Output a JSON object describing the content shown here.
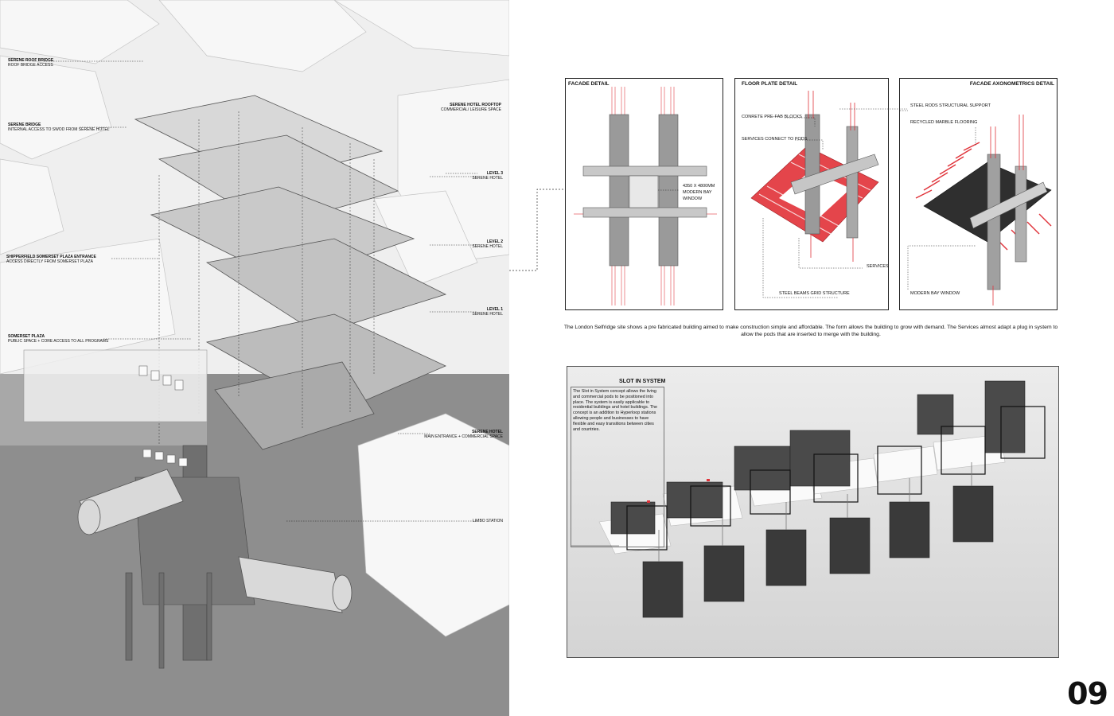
{
  "left": {
    "labels": [
      {
        "title": "SERENE ROOF BRIDGE",
        "sub": "ROOF BRIDGE ACCESS"
      },
      {
        "title": "SERENE HOTEL ROOFTOP",
        "sub": "COMMERCIAL/ LEISURE SPACE"
      },
      {
        "title": "SERENE BRIDGE",
        "sub": "INTERNAL ACCESS TO SWOD FROM SERENE HOTEL"
      },
      {
        "title": "LEVEL 3",
        "sub": "SERENE HOTEL"
      },
      {
        "title": "LEVEL 2",
        "sub": "SERENE HOTEL"
      },
      {
        "title": "SHIPPERFIELD SOMERSET PLAZA ENTRANCE",
        "sub": "ACCESS DIRECTLY FROM SOMERSET PLAZA"
      },
      {
        "title": "LEVEL 1",
        "sub": "SERENE HOTEL"
      },
      {
        "title": "SOMERSET PLAZA",
        "sub": "PUBLIC SPACE + CORE ACCESS TO ALL PROGRAMS"
      },
      {
        "title": "SERENE HOTEL",
        "sub": "MAIN ENTRANCE + COMMERCIAL SPACE"
      },
      {
        "title": "",
        "sub": "LIMBO STATION"
      }
    ]
  },
  "details": {
    "facade": {
      "title": "FACADE DETAIL",
      "note_lines": [
        "4350 X 4800mm",
        "MODERN BAY",
        "WINDOW"
      ]
    },
    "floor_plate": {
      "title": "FLOOR PLATE DETAIL",
      "labels": [
        "CONRETE PRE-FAB BLOCKS",
        "SERVICES CONNECT TO PODS",
        "SERVICES",
        "STEEL BEAMS GRID STRUCTURE"
      ]
    },
    "axo": {
      "title": "FACADE AXONOMETRICS DETAIL",
      "labels": [
        "STEEL RODS STRUCTURAL SUPPORT",
        "RECYCLED MARBLE FLOORING",
        "MODERN BAY WINDOW"
      ]
    }
  },
  "caption": "The London Selfridge site shows a pre fabricated building aimed to make construction simple and affordable. The form allows the building to grow with demand. The Services almost adapt a plug in system to allow the pods that are inserted to merge with the building.",
  "slot": {
    "title": "SLOT IN SYSTEM",
    "text": "The Slot in System concept allows the living and commercial pods to be positioned into place. The system is easily applicable to residential buildings and hotel buildings. The concept is an addition to Hyperloop stations allowing people and businesses to have flexible and easy transitions between cities and countries."
  },
  "page_number": "09",
  "colors": {
    "accent_red": "#e0333a",
    "steel_gray": "#8a8a8a",
    "dark_pod": "#3a3a3a"
  }
}
